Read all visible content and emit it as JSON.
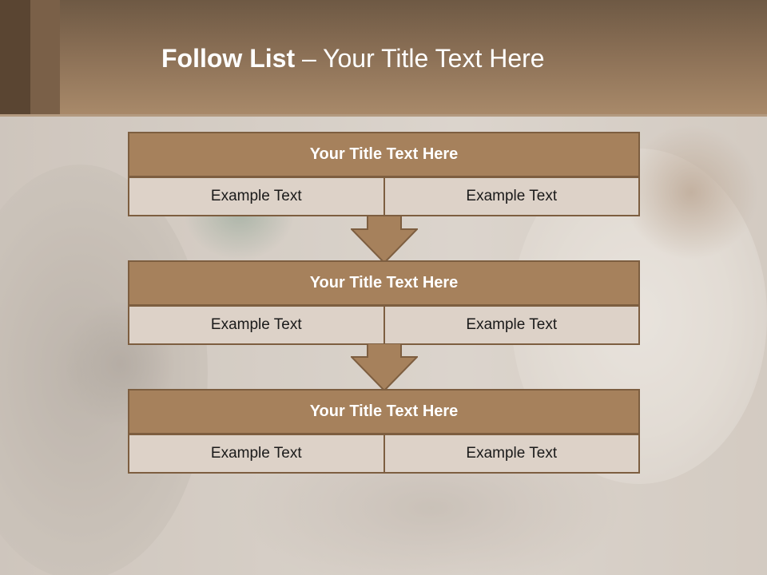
{
  "slide": {
    "title_bold": "Follow List",
    "title_rest": " – Your Title Text Here"
  },
  "steps": [
    {
      "title": "Your Title Text Here",
      "left": "Example Text",
      "right": "Example Text"
    },
    {
      "title": "Your Title Text Here",
      "left": "Example Text",
      "right": "Example Text"
    },
    {
      "title": "Your Title Text Here",
      "left": "Example Text",
      "right": "Example Text"
    }
  ],
  "colors": {
    "header": "#8a6f55",
    "box_title": "#a6815c",
    "box_border": "#7d5e40",
    "cell": "#ddd2c8"
  }
}
